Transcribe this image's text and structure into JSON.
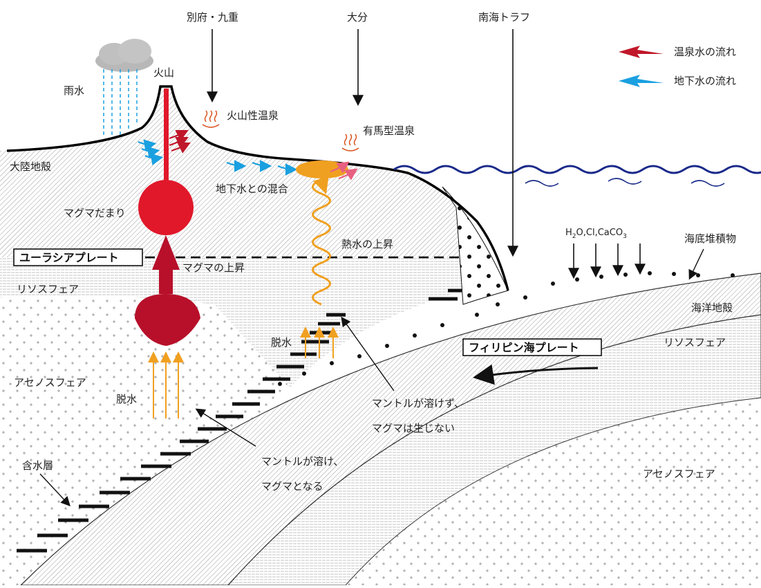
{
  "locations": {
    "beppu_kuju": "別府・九重",
    "oita": "大分",
    "nankai_trough": "南海トラフ"
  },
  "legend": {
    "hot_spring_flow": "温泉水の流れ",
    "groundwater_flow": "地下水の流れ",
    "hot_spring_color": "#c0182a",
    "groundwater_color": "#1aa0e0"
  },
  "labels": {
    "rain": "雨水",
    "volcano": "火山",
    "volcanic_spring": "火山性温泉",
    "arima_spring": "有馬型温泉",
    "continental_crust": "大陸地殻",
    "groundwater_mixing": "地下水との混合",
    "magma_chamber": "マグマだまり",
    "hydrothermal_rise": "熱水の上昇",
    "eurasian_plate": "ユーラシアプレート",
    "magma_rise": "マグマの上昇",
    "lithosphere_left": "リソスフェア",
    "asthenosphere_left": "アセノスフェア",
    "dehydration_left": "脱水",
    "dehydration_mid": "脱水",
    "aquifer": "含水層",
    "sediments": "海底堆積物",
    "oceanic_crust": "海洋地殻",
    "lithosphere_right": "リソスフェア",
    "philippine_plate": "フィリピン海プレート",
    "asthenosphere_right": "アセノスフェア",
    "no_melt_line1": "マントルが溶けず、",
    "no_melt_line2": "マグマは生じない",
    "melt_line1": "マントルが溶け、",
    "melt_line2": "マグマとなる",
    "chem_h2o": "H",
    "chem_sub2": "2",
    "chem_mid": "O,Cl,CaCO",
    "chem_sub3": "3"
  },
  "colors": {
    "magma": "#e0182a",
    "magma_dark": "#b8102a",
    "hydrothermal": "#f0a020",
    "ocean": "#1a2a8a"
  }
}
